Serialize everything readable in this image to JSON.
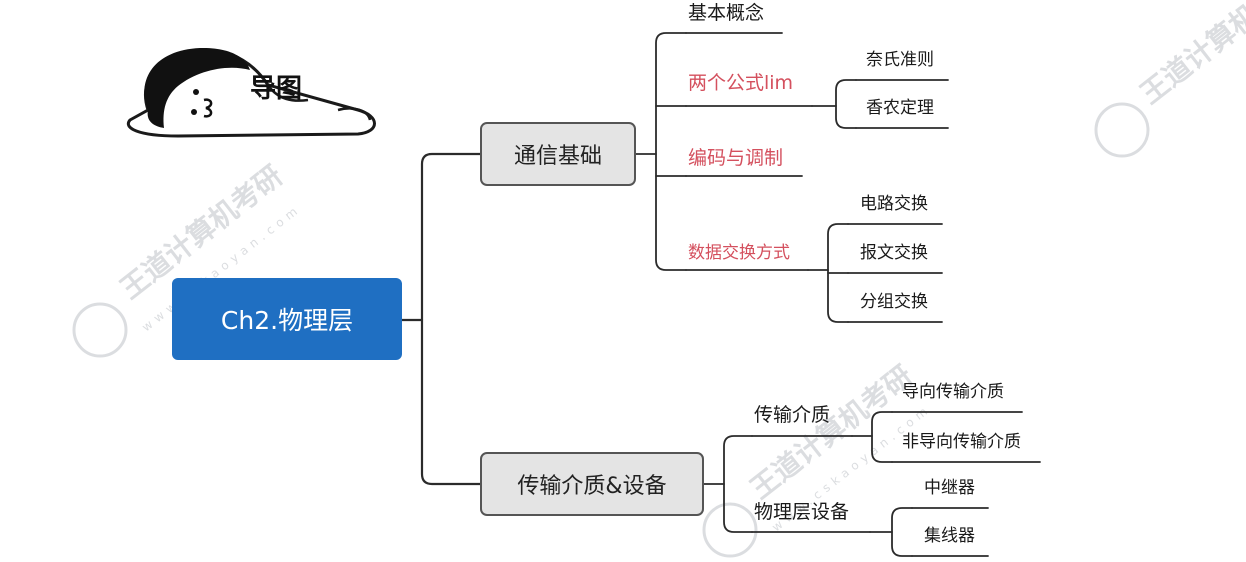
{
  "cartoon": {
    "label": "导图"
  },
  "root": {
    "label": "Ch2.物理层"
  },
  "branches": [
    {
      "label": "通信基础",
      "children": [
        {
          "label": "基本概念",
          "highlight": false
        },
        {
          "label": "两个公式lim",
          "highlight": true,
          "children": [
            "奈氏准则",
            "香农定理"
          ]
        },
        {
          "label": "编码与调制",
          "highlight": true
        },
        {
          "label": "数据交换方式",
          "highlight": true,
          "children": [
            "电路交换",
            "报文交换",
            "分组交换"
          ]
        }
      ]
    },
    {
      "label": "传输介质&设备",
      "children": [
        {
          "label": "传输介质",
          "children": [
            "导向传输介质",
            "非导向传输介质"
          ]
        },
        {
          "label": "物理层设备",
          "children": [
            "中继器",
            "集线器"
          ]
        }
      ]
    }
  ],
  "watermark": {
    "brand": "王道计算机考研",
    "site": "www.cskaoyan.com"
  },
  "colors": {
    "root": "#1f6fc2",
    "highlight": "#d4505e",
    "branch_fill": "#e4e4e4"
  }
}
